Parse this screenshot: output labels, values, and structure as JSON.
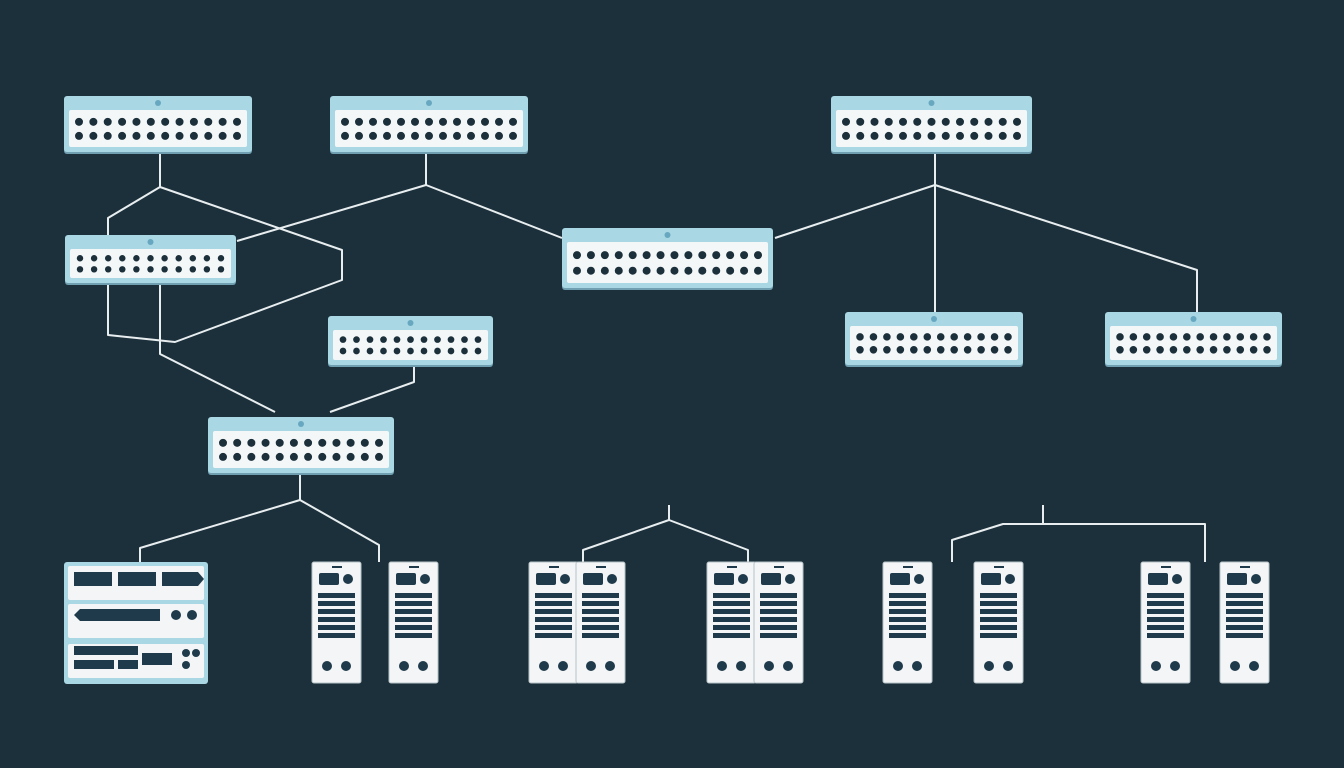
{
  "colors": {
    "background": "#1b303b",
    "switch_frame": "#a9d7e4",
    "switch_face": "#f4f7f8",
    "port": "#1b303b",
    "status_led": "#67a8c0",
    "connector": "#e8edef",
    "server_body": "#f3f5f6",
    "server_slot": "#1f3b4b"
  },
  "switches": [
    {
      "id": "switch-top-left",
      "icon": "network-switch-icon",
      "ports": 12
    },
    {
      "id": "switch-top-center",
      "icon": "network-switch-icon",
      "ports": 13
    },
    {
      "id": "switch-top-right",
      "icon": "network-switch-icon",
      "ports": 13
    },
    {
      "id": "switch-mid-left",
      "icon": "network-switch-icon",
      "ports": 11
    },
    {
      "id": "switch-core",
      "icon": "network-switch-icon",
      "ports": 14
    },
    {
      "id": "switch-mid-right-a",
      "icon": "network-switch-icon",
      "ports": 12
    },
    {
      "id": "switch-mid-right-b",
      "icon": "network-switch-icon",
      "ports": 12
    },
    {
      "id": "switch-mid-center",
      "icon": "network-switch-icon",
      "ports": 11
    },
    {
      "id": "switch-aggregation",
      "icon": "network-switch-icon",
      "ports": 12
    }
  ],
  "servers": {
    "rack_unit": {
      "icon": "rack-server-icon",
      "count": 1
    },
    "tower_servers": {
      "icon": "tower-server-icon",
      "count": 10
    }
  }
}
